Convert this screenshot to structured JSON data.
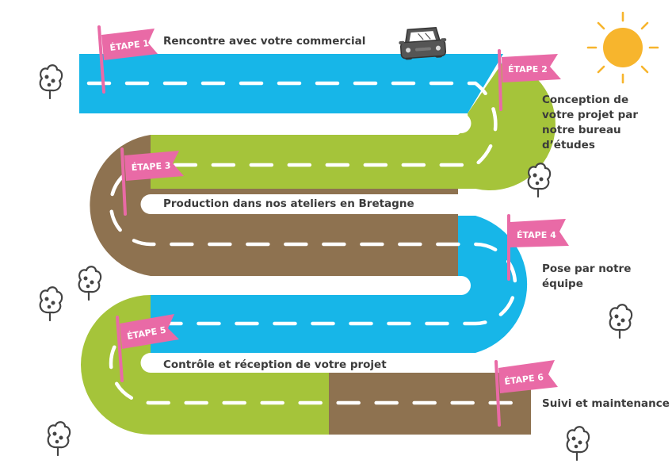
{
  "steps": [
    {
      "flag": "ÉTAPE 1",
      "text": "Rencontre avec votre commercial"
    },
    {
      "flag": "ÉTAPE 2",
      "text": "Conception de votre projet par notre bureau d’études"
    },
    {
      "flag": "ÉTAPE 3",
      "text": "Production dans nos ateliers en Bretagne"
    },
    {
      "flag": "ÉTAPE 4",
      "text": "Pose par notre équipe"
    },
    {
      "flag": "ÉTAPE 5",
      "text": "Contrôle et réception de votre projet"
    },
    {
      "flag": "ÉTAPE 6",
      "text": "Suivi et maintenance"
    }
  ],
  "colors": {
    "blue": "#17b6e8",
    "green": "#a5c43a",
    "brown": "#8e7250",
    "flag": "#e96aa6",
    "sun": "#f7b52d",
    "car": "#555555",
    "text": "#3b3b3b"
  },
  "icons": [
    "car-icon",
    "sun-icon",
    "tree-icon",
    "flag-icon"
  ]
}
